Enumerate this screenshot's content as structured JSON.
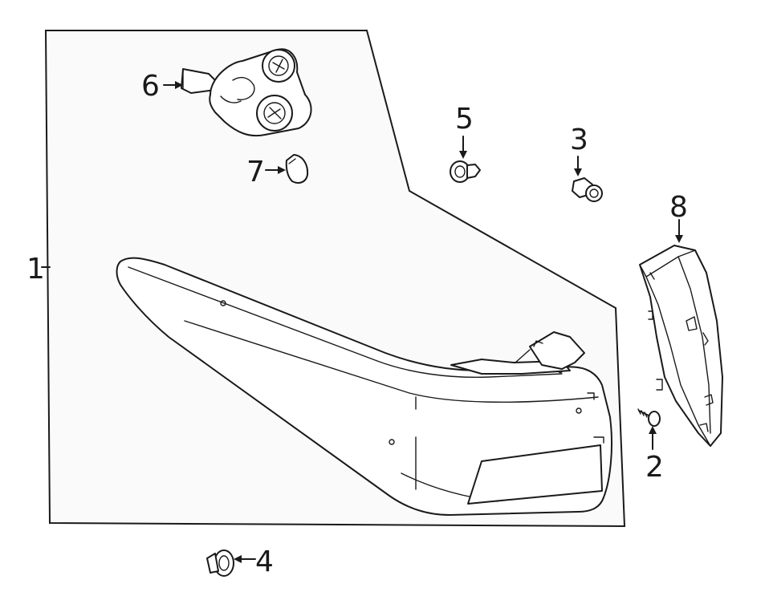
{
  "callouts": {
    "c1": "1",
    "c2": "2",
    "c3": "3",
    "c4": "4",
    "c5": "5",
    "c6": "6",
    "c7": "7",
    "c8": "8"
  },
  "colors": {
    "line": "#1a1a1a",
    "panel_fill": "#fafafa",
    "background": "#ffffff"
  }
}
